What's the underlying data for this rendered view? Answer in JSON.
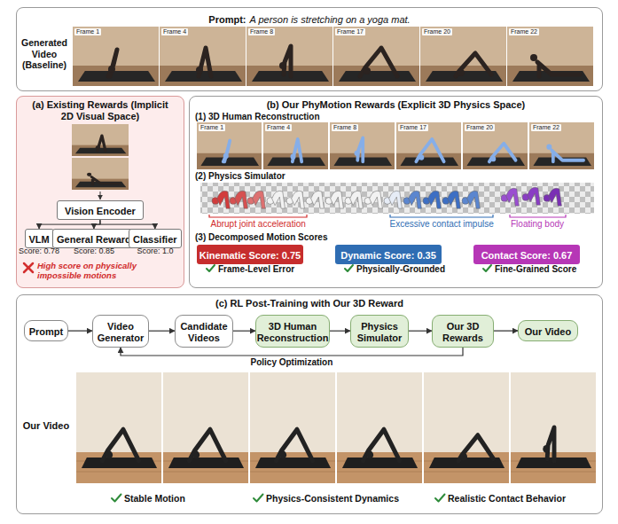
{
  "diagram": {
    "nodes": [
      {
        "text": [
          "Prompt:",
          "A person is stretching on a yoga mat."
        ]
      },
      {
        "text": [
          "(a) Existing Rewards (Implicit 2D Visual Space)"
        ]
      },
      {
        "text": [
          "Vision Encoder"
        ],
        "in": 1
      },
      {
        "text": [
          "VLM"
        ],
        "in": 1
      },
      {
        "text": [
          "General Reward"
        ],
        "in": 1
      },
      {
        "text": [
          "Classifier"
        ],
        "in": 1
      },
      {
        "text": [
          "(b) Our PhyMotion Rewards (Explicit 3D Physics Space)"
        ]
      },
      {
        "text": [
          "Kinematic Score: 0.75"
        ],
        "in": 6
      },
      {
        "text": [
          "Dynamic Score: 0.35"
        ],
        "in": 6
      },
      {
        "text": [
          "Contact Score: 0.67"
        ],
        "in": 6
      },
      {
        "text": [
          "(c) RL Post-Training with Our 3D Reward"
        ]
      },
      {
        "text": [
          "Prompt"
        ],
        "in": 10
      },
      {
        "text": [
          "Video Generator"
        ],
        "in": 10
      },
      {
        "text": [
          "Candidate Videos"
        ],
        "in": 10
      },
      {
        "text": [
          "3D Human Reconstruction"
        ],
        "in": 10
      },
      {
        "text": [
          "Physics Simulator"
        ],
        "in": 10
      },
      {
        "text": [
          "Our 3D Rewards"
        ],
        "in": 10
      },
      {
        "text": [
          "Our Video"
        ],
        "in": 10
      }
    ],
    "edges": [
      {
        "from": 2,
        "to": 3,
        "arrow": "to"
      },
      {
        "from": 2,
        "to": 4,
        "arrow": "to"
      },
      {
        "from": 2,
        "to": 5,
        "arrow": "to"
      },
      {
        "from": 11,
        "to": 12,
        "arrow": "to"
      },
      {
        "from": 12,
        "to": 13,
        "arrow": "to"
      },
      {
        "from": 13,
        "to": 14,
        "arrow": "to"
      },
      {
        "from": 14,
        "to": 15,
        "arrow": "to"
      },
      {
        "from": 15,
        "to": 16,
        "arrow": "to"
      },
      {
        "from": 16,
        "to": 17,
        "arrow": "to"
      },
      {
        "from": 16,
        "to": 12,
        "label": "Policy Optimization",
        "arrow": "to"
      }
    ],
    "labels": [
      "Generated Video (Baseline)",
      "Frame 1",
      "Frame 4",
      "Frame 8",
      "Frame 17",
      "Frame 20",
      "Frame 22",
      "Score: 0.78",
      "Score: 0.85",
      "Score: 1.0",
      "High score on physically impossible motions",
      "(1) 3D Human Reconstruction",
      "Frame 1",
      "Frame 4",
      "Frame 8",
      "Frame 17",
      "Frame 20",
      "Frame 22",
      "(2) Physics Simulator",
      "Abrupt joint acceleration",
      "Excessive contact impulse",
      "Floating body",
      "(3) Decomposed Motion Scores",
      "Frame-Level Error",
      "Physically-Grounded",
      "Fine-Grained Score",
      "Our Video",
      "Stable Motion",
      "Physics-Consistent Dynamics",
      "Realistic Contact Behavior"
    ]
  }
}
